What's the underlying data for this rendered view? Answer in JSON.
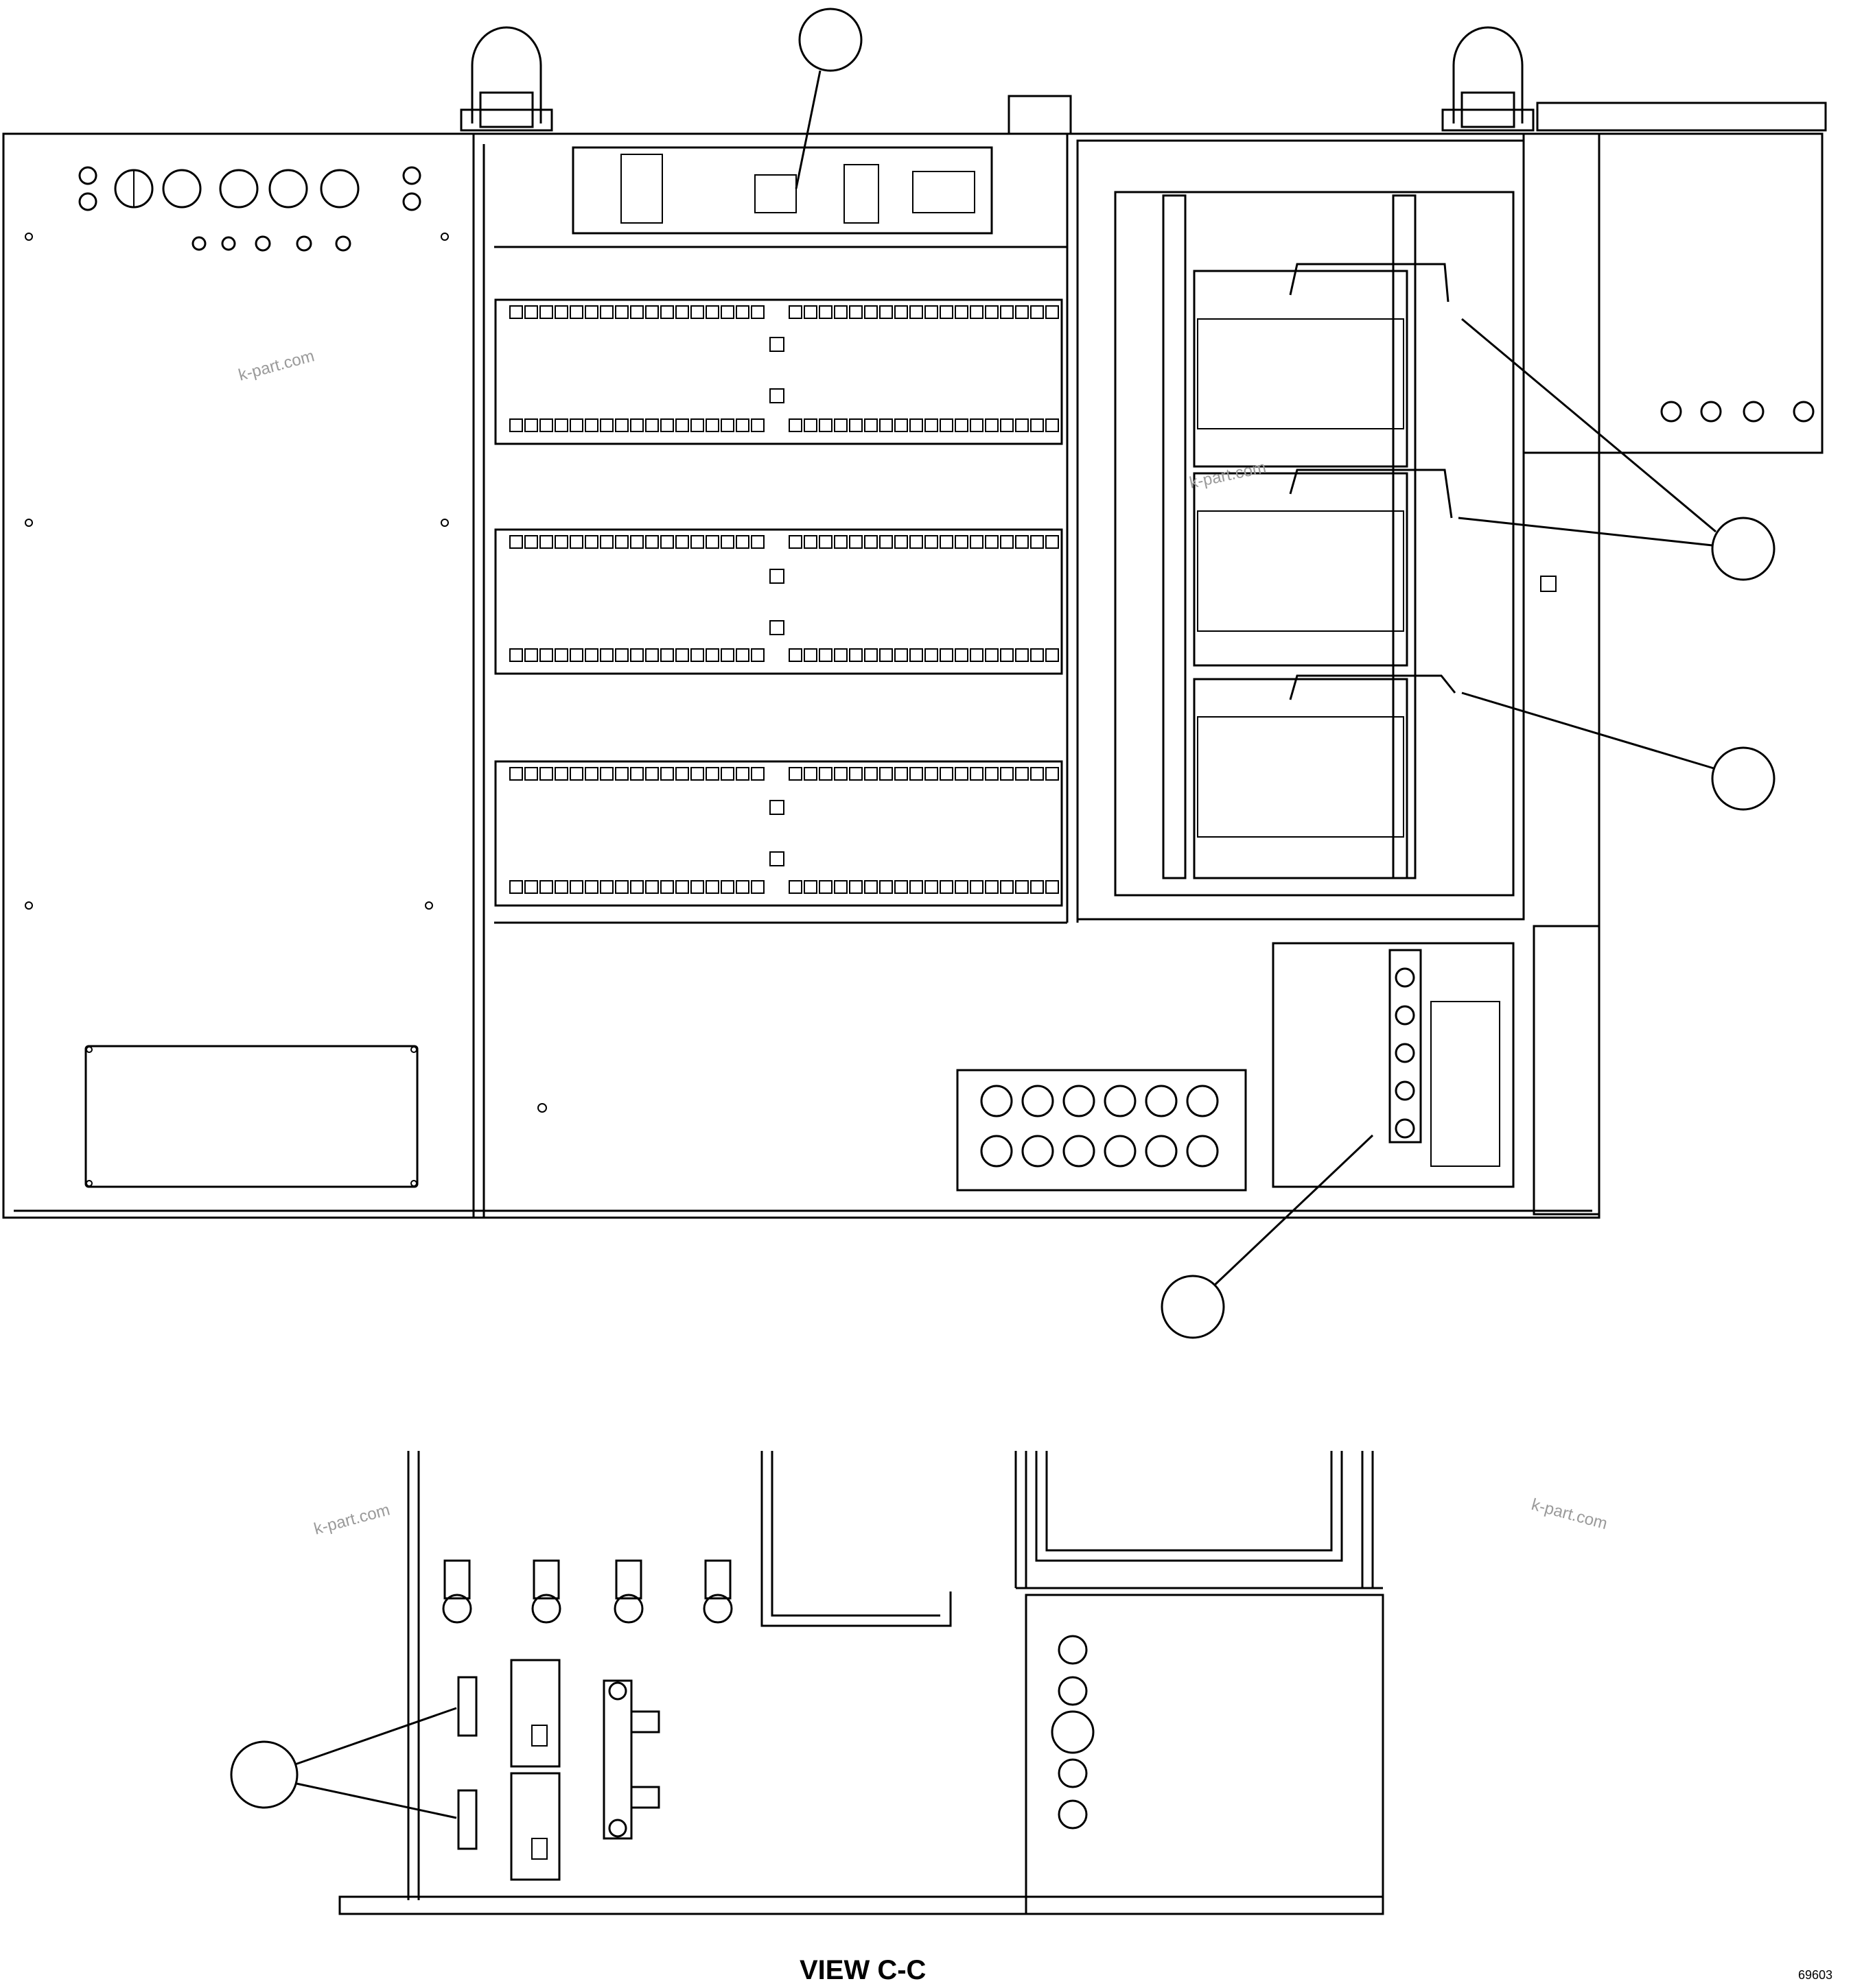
{
  "labels": {
    "view_title": "VIEW C-C",
    "drawing_code": "69603"
  },
  "watermarks": [
    "k-part.com",
    "k-part.com",
    "k-part.com",
    "k-part.com"
  ]
}
